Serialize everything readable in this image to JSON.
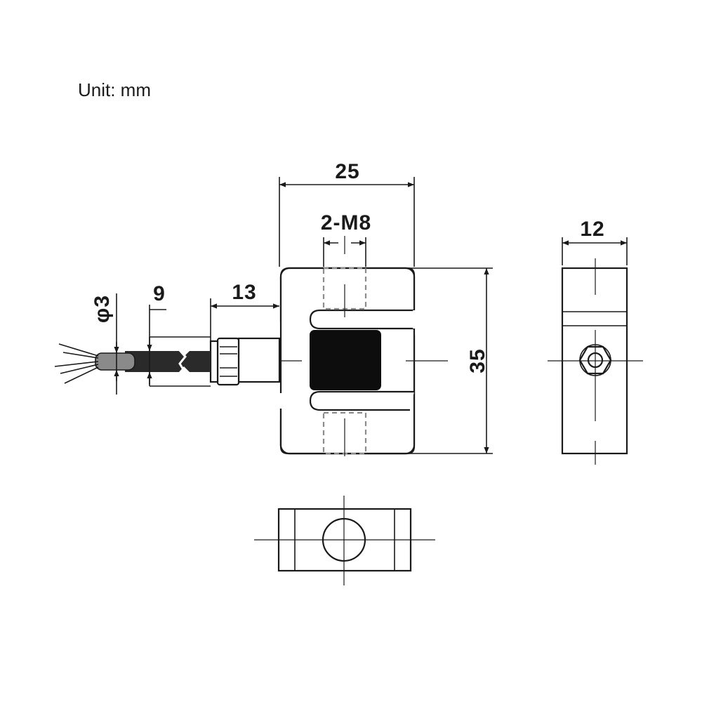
{
  "unit_label": "Unit: mm",
  "dimensions": {
    "width": "25",
    "thread": "2-M8",
    "height": "35",
    "depth": "12",
    "cable_diameter": "φ3",
    "cable_end": "9",
    "cable_gland": "13"
  }
}
